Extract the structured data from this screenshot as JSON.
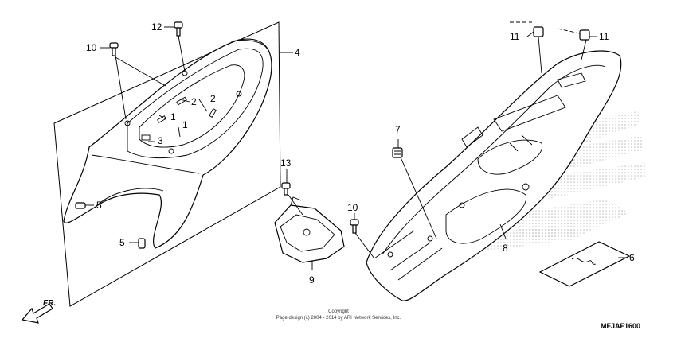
{
  "callouts": {
    "c1a": "1",
    "c1b": "1",
    "c2a": "2",
    "c2b": "2",
    "c3": "3",
    "c4": "4",
    "c5a": "5",
    "c5b": "5",
    "c6": "6",
    "c7": "7",
    "c8": "8",
    "c9": "9",
    "c10a": "10",
    "c10b": "10",
    "c11a": "11",
    "c11b": "11",
    "c12": "12",
    "c13": "13"
  },
  "direction_label": "FR.",
  "copyright": {
    "line1": "Copyright",
    "line2": "Page design (c) 2004 - 2014 by ARI Network Services, Inc."
  },
  "diagram_code": "MFJAF1600",
  "colors": {
    "line": "#000000",
    "watermark_dots": "#bbbbbb"
  }
}
